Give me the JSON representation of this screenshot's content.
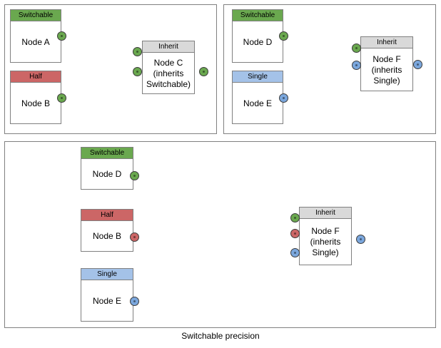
{
  "diagram": {
    "caption": "Switchable precision",
    "colors": {
      "switchable": "#6aa84f",
      "half": "#cc6666",
      "single": "#a4c2e8",
      "inherit": "#d9d9d9",
      "port_green": "#6aa84f",
      "port_red": "#cc6666",
      "port_blue": "#7ba7dd",
      "border": "#808080",
      "wire": "#555555"
    },
    "panels": [
      {
        "id": "panel-top-left",
        "nodes": [
          {
            "id": "node-a",
            "header": "Switchable",
            "header_kind": "switchable",
            "body": [
              "Node A"
            ]
          },
          {
            "id": "node-b",
            "header": "Half",
            "header_kind": "half",
            "body": [
              "Node B"
            ]
          },
          {
            "id": "node-c",
            "header": "Inherit",
            "header_kind": "inherit",
            "body": [
              "Node C",
              "(inherits",
              "Switchable)"
            ]
          }
        ],
        "ports": [
          {
            "id": "port-a-out",
            "color": "green"
          },
          {
            "id": "port-b-out",
            "color": "green"
          },
          {
            "id": "port-c-in-1",
            "color": "green"
          },
          {
            "id": "port-c-in-2",
            "color": "green"
          },
          {
            "id": "port-c-out",
            "color": "green"
          }
        ],
        "edges": [
          {
            "from": "node-a",
            "to": "node-c"
          },
          {
            "from": "node-b",
            "to": "node-c"
          },
          {
            "from": "node-c",
            "to": "output"
          }
        ]
      },
      {
        "id": "panel-top-right",
        "nodes": [
          {
            "id": "node-d",
            "header": "Switchable",
            "header_kind": "switchable",
            "body": [
              "Node D"
            ]
          },
          {
            "id": "node-e",
            "header": "Single",
            "header_kind": "single",
            "body": [
              "Node E"
            ]
          },
          {
            "id": "node-f",
            "header": "Inherit",
            "header_kind": "inherit",
            "body": [
              "Node F",
              "(inherits",
              "Single)"
            ]
          }
        ],
        "ports": [
          {
            "id": "port-d-out",
            "color": "green"
          },
          {
            "id": "port-e-out",
            "color": "blue"
          },
          {
            "id": "port-f-in-1",
            "color": "green"
          },
          {
            "id": "port-f-in-2",
            "color": "blue"
          },
          {
            "id": "port-f-out",
            "color": "blue"
          }
        ],
        "edges": [
          {
            "from": "node-d",
            "to": "node-f"
          },
          {
            "from": "node-e",
            "to": "node-f"
          },
          {
            "from": "node-f",
            "to": "output"
          }
        ]
      },
      {
        "id": "panel-bottom",
        "nodes": [
          {
            "id": "node-d2",
            "header": "Switchable",
            "header_kind": "switchable",
            "body": [
              "Node D"
            ]
          },
          {
            "id": "node-b2",
            "header": "Half",
            "header_kind": "half",
            "body": [
              "Node B"
            ]
          },
          {
            "id": "node-e2",
            "header": "Single",
            "header_kind": "single",
            "body": [
              "Node E"
            ]
          },
          {
            "id": "node-f2",
            "header": "Inherit",
            "header_kind": "inherit",
            "body": [
              "Node F",
              "(inherits",
              "Single)"
            ]
          }
        ],
        "ports": [
          {
            "id": "port-d2-out",
            "color": "green"
          },
          {
            "id": "port-b2-out",
            "color": "red"
          },
          {
            "id": "port-e2-out",
            "color": "blue"
          },
          {
            "id": "port-f2-in-1",
            "color": "green"
          },
          {
            "id": "port-f2-in-2",
            "color": "red"
          },
          {
            "id": "port-f2-in-3",
            "color": "blue"
          },
          {
            "id": "port-f2-out",
            "color": "blue"
          }
        ],
        "edges": [
          {
            "from": "node-d2",
            "to": "node-f2"
          },
          {
            "from": "node-b2",
            "to": "node-f2"
          },
          {
            "from": "node-e2",
            "to": "node-f2"
          }
        ]
      }
    ],
    "labels": {
      "node_a": "Node A",
      "node_b": "Node B",
      "node_c_l1": "Node C",
      "node_c_l2": "(inherits",
      "node_c_l3": "Switchable)",
      "node_d": "Node D",
      "node_e": "Node E",
      "node_f_l1": "Node F",
      "node_f_l2": "(inherits",
      "node_f_l3": "Single)",
      "node_b_bottom": "Node B",
      "node_d_bottom": "Node D",
      "node_e_bottom": "Node E",
      "node_f2_l1": "Node F",
      "node_f2_l2": "(inherits",
      "node_f2_l3": "Single)",
      "hdr_switchable": "Switchable",
      "hdr_half": "Half",
      "hdr_single": "Single",
      "hdr_inherit": "Inherit"
    }
  }
}
